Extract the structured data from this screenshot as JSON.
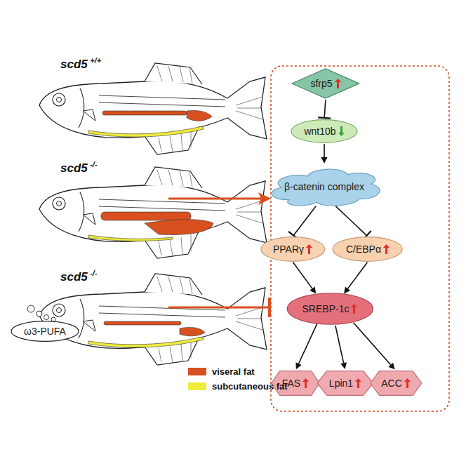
{
  "diagram": {
    "nodes": [
      {
        "text": [
          "sfrp5"
        ]
      },
      {
        "text": [
          "wnt10b"
        ]
      },
      {
        "text": [
          "β-catenin complex"
        ]
      },
      {
        "text": [
          "PPARγ"
        ]
      },
      {
        "text": [
          "C/EBPα"
        ]
      },
      {
        "text": [
          "SREBP-1c"
        ]
      },
      {
        "text": [
          "FAS"
        ]
      },
      {
        "text": [
          "Lpin1"
        ]
      },
      {
        "text": [
          "ACC"
        ]
      },
      {
        "text": [
          "ω3-PUFA"
        ]
      }
    ],
    "edges": [
      {
        "from": 0,
        "to": 1,
        "arrow": "to"
      },
      {
        "from": 1,
        "to": 2,
        "arrow": "to"
      },
      {
        "from": 2,
        "to": 3,
        "arrow": "to"
      },
      {
        "from": 2,
        "to": 4,
        "arrow": "to"
      },
      {
        "from": 3,
        "to": 5,
        "arrow": "to"
      },
      {
        "from": 4,
        "to": 5,
        "arrow": "to"
      },
      {
        "from": 5,
        "to": 6,
        "arrow": "to"
      },
      {
        "from": 5,
        "to": 7,
        "arrow": "to"
      },
      {
        "from": 5,
        "to": 8,
        "arrow": "to"
      }
    ],
    "labels": [
      "scd5",
      "+/+",
      "scd5",
      "-/-",
      "scd5",
      "-/-"
    ],
    "legend": [
      {
        "text": "viseral fat",
        "color": "#d8501f"
      },
      {
        "text": "subcutaneous fat",
        "color": "#f0ec3c"
      }
    ]
  }
}
